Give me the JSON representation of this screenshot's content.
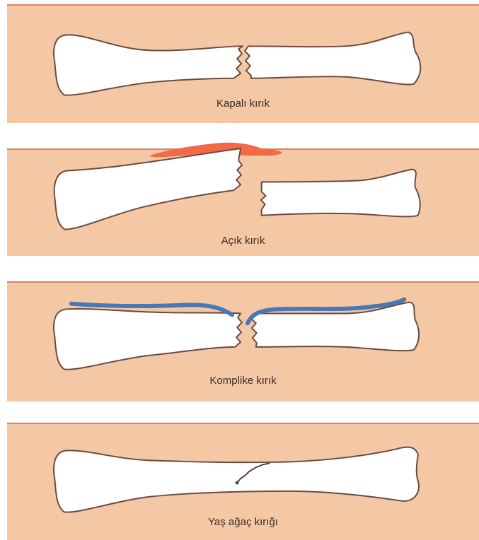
{
  "panels": [
    {
      "id": "closed-fracture",
      "caption": "Kapalı kırık"
    },
    {
      "id": "open-fracture",
      "caption": "Açık kırık"
    },
    {
      "id": "complicated-fracture",
      "caption": "Komplike kırık"
    },
    {
      "id": "greenstick-fracture",
      "caption": "Yaş ağaç kırığı"
    }
  ],
  "colors": {
    "skin": "#f4c8a5",
    "skin_edge": "#d7836a",
    "bone_fill": "#ffffff",
    "bone_outline": "#6b4a3f",
    "blood": "#ef6a45",
    "vessel": "#4a78b5"
  }
}
